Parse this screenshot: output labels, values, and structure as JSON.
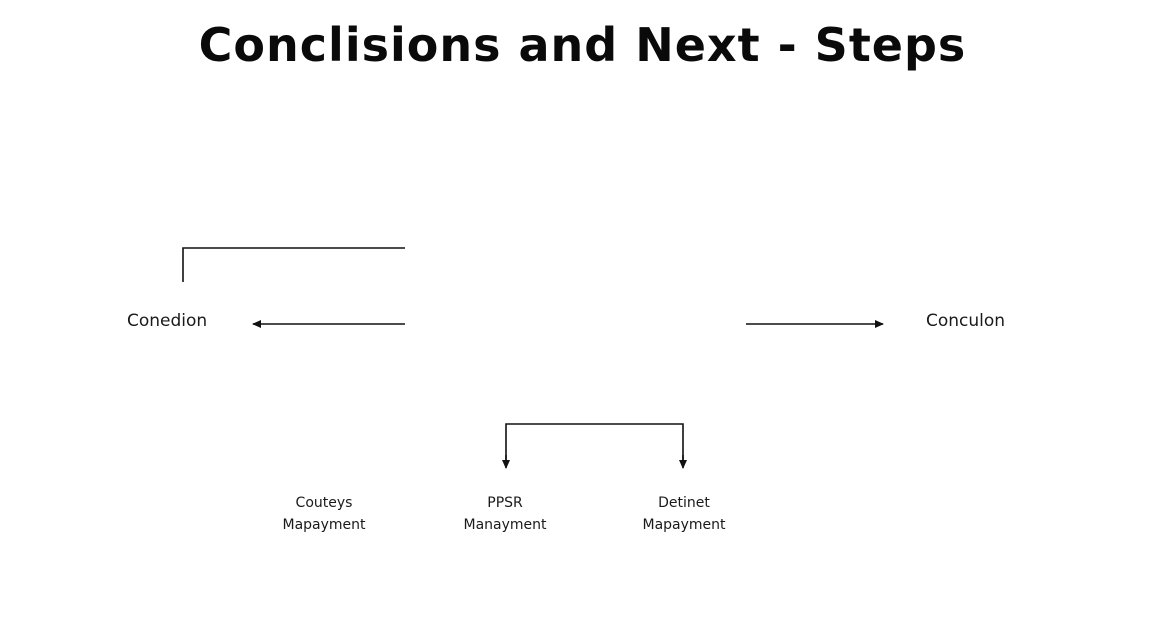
{
  "title": "Conclisions and Next  -  Steps",
  "left_node": {
    "label": "Conedion"
  },
  "right_node": {
    "label": "Conculon"
  },
  "sub_nodes": [
    {
      "line1": "Couteys",
      "line2": "Mapayment"
    },
    {
      "line1": "PPSR",
      "line2": "Manayment"
    },
    {
      "line1": "Detinet",
      "line2": "Mapayment"
    }
  ],
  "colors": {
    "background": "#ffffff",
    "text": "#111111",
    "line": "#111111"
  }
}
